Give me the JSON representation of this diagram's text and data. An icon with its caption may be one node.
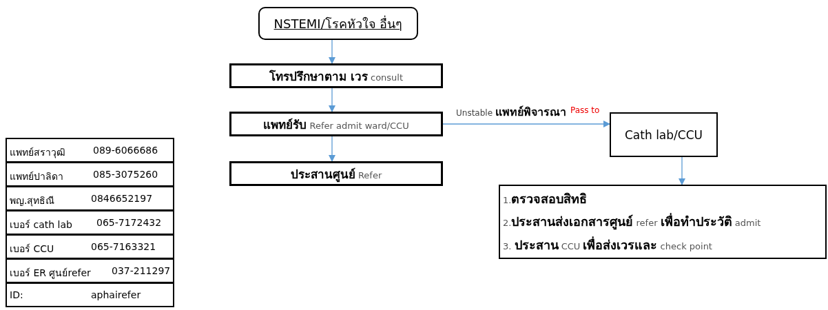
{
  "diagram": {
    "nodes": [
      {
        "text": [
          "NSTEMI/โรคหัวใจ อื่นๆ"
        ]
      },
      {
        "text": [
          "**โทรปรึกษาตาม เวร** consult"
        ]
      },
      {
        "text": [
          "**แพทย์รับ** Refer admit ward/CCU"
        ]
      },
      {
        "text": [
          "**ประสานศูนย์** Refer"
        ]
      },
      {
        "text": [
          "Cath lab/CCU"
        ]
      },
      {
        "text": [
          "1.**ตรวจสอบสิทธิ**",
          "2.**ประสานส่งเอกสารศูนย์** refer **เพื่อทำประวัติ** admit",
          "3. **ประสาน** CCU **เพื่อส่งเวรและ** check point"
        ]
      }
    ],
    "edges": [
      {
        "from": 0,
        "to": 1,
        "arrow": "to"
      },
      {
        "from": 1,
        "to": 2,
        "arrow": "to"
      },
      {
        "from": 2,
        "to": 3,
        "arrow": "to"
      },
      {
        "from": 2,
        "to": 4,
        "arrow": "to",
        "label": "Unstable **แพทย์พิจารณา**"
      },
      {
        "from": 4,
        "to": 5,
        "arrow": "to"
      }
    ],
    "labels": [
      "Pass to",
      "แพทย์สราวุฒิ",
      "089-6066686",
      "แพทย์ปาลิดา",
      "085-3075260",
      "พญ.สุทธิณี",
      "0846652197",
      "เบอร์ cath lab",
      "065-7172432",
      "เบอร์ CCU",
      "065-7163321",
      "เบอร์ ER ศูนย์refer",
      "037-211297",
      "ID:",
      "aphairefer"
    ]
  }
}
